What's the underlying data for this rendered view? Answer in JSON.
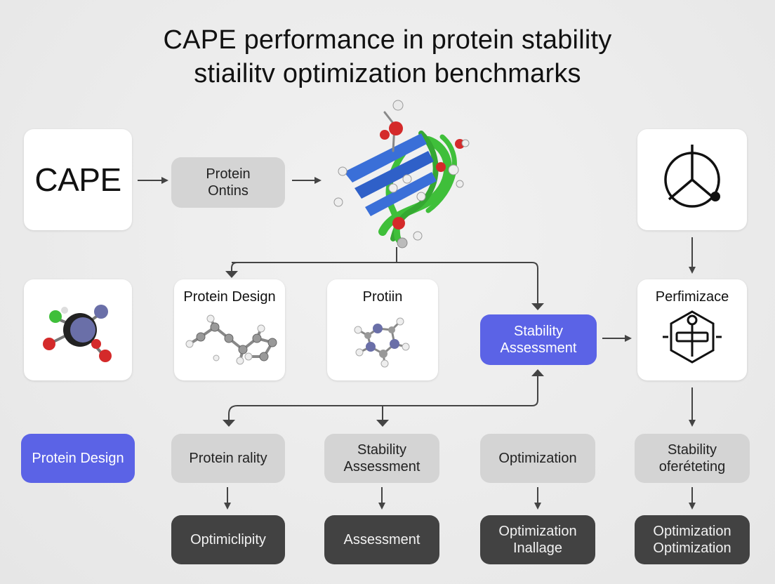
{
  "title": {
    "line1": "CAPE performance in protein stability",
    "line2": "stiailitv optimization benchmarks"
  },
  "nodes": {
    "cape_logo": "CAPE",
    "protein_ontins": "Protein\nOntins",
    "protein_design_card": "Protein Design",
    "protiin_card": "Protiin",
    "stability_assessment_blue": "Stability\nAssessment",
    "perfimizace_card": "Perfimizace",
    "protein_design_button": "Protein Design",
    "protein_rality": "Protein rality",
    "stability_assessment_row": "Stability\nAssessment",
    "optimization_row": "Optimization",
    "stability_ofereteting": "Stability\noferéteting",
    "optimiclipity": "Optimiclipity",
    "assessment_dark": "Assessment",
    "optimization_inallage": "Optimization\nInallage",
    "optimization_optimization": "Optimization\nOptimization"
  },
  "icons": {
    "cape_side_icon": "circle-split-icon",
    "perfimizace_icon": "hexagon-crosshair-icon"
  },
  "colors": {
    "accent_blue": "#5b63e6",
    "dark_box": "#424242",
    "light_box": "#d4d4d4",
    "helix_blue": "#3a6fd8",
    "helix_green": "#3fbf3a",
    "atom_red": "#d42a2a"
  }
}
